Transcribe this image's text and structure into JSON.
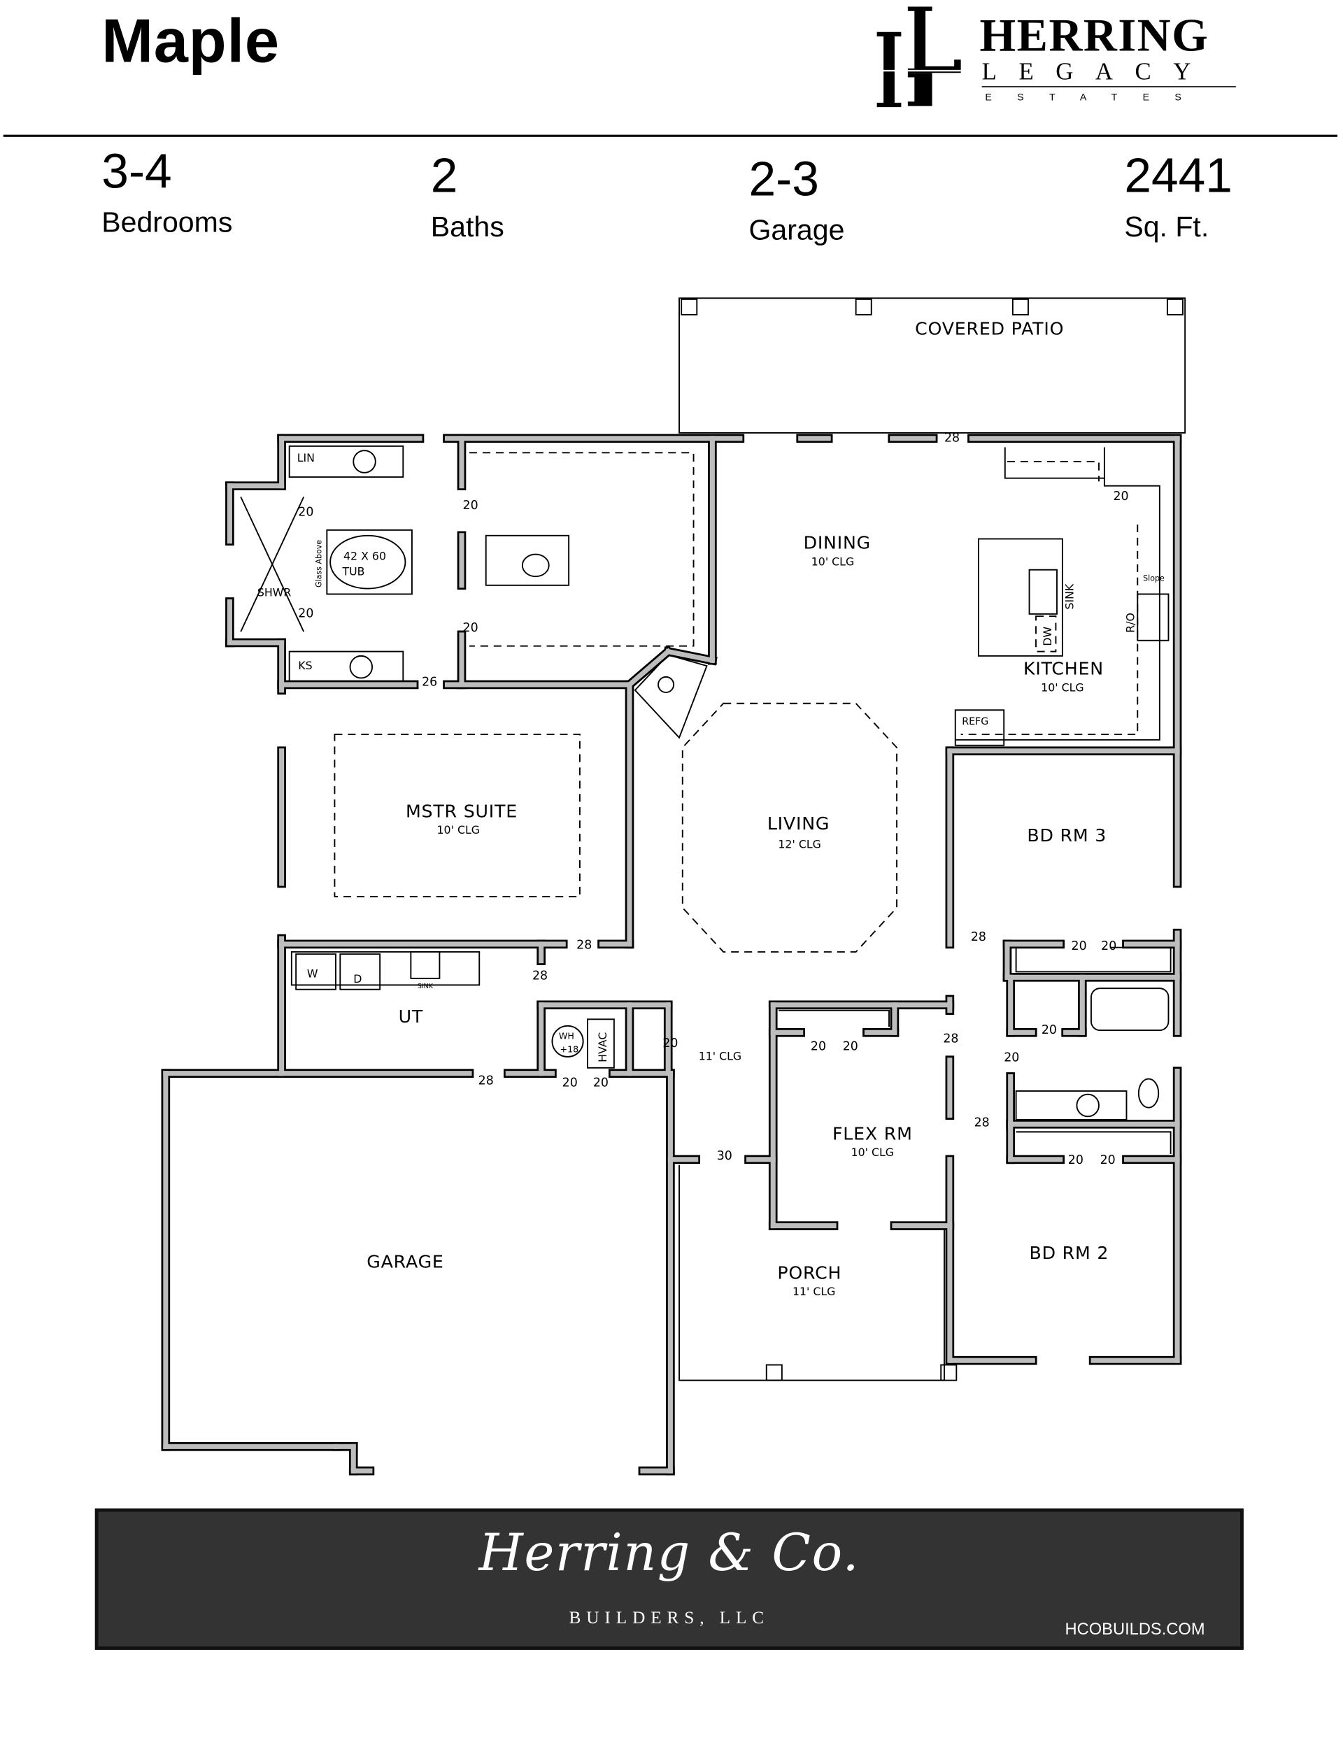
{
  "title": "Maple",
  "logo": {
    "line1": "HERRING",
    "line2": "LEGACY",
    "line3": "ESTATES"
  },
  "stats": [
    {
      "value": "3-4",
      "label": "Bedrooms"
    },
    {
      "value": "2",
      "label": "Baths"
    },
    {
      "value": "2-3",
      "label": "Garage"
    },
    {
      "value": "2441",
      "label": "Sq. Ft."
    }
  ],
  "plan": {
    "rooms": {
      "covered_patio": "COVERED PATIO",
      "dining": "DINING",
      "dining_clg": "10' CLG",
      "kitchen": "KITCHEN",
      "kitchen_clg": "10' CLG",
      "mstr_suite": "MSTR SUITE",
      "mstr_clg": "10' CLG",
      "living": "LIVING",
      "living_clg": "12' CLG",
      "bd_rm_3": "BD RM 3",
      "ut": "UT",
      "hall_clg": "11' CLG",
      "flex_rm": "FLEX RM",
      "flex_clg": "10' CLG",
      "garage": "GARAGE",
      "porch": "PORCH",
      "porch_clg": "11' CLG",
      "bd_rm_2": "BD RM 2"
    },
    "fixtures": {
      "lin": "LIN",
      "ks": "KS",
      "shwr": "SHWR",
      "tub_size": "42 X 60",
      "tub": "TUB",
      "glass": "Glass Above",
      "sink": "SINK",
      "dw": "DW",
      "ro": "R/O",
      "slope": "Slope",
      "refg": "REFG",
      "washer": "W",
      "dryer": "D",
      "ut_sink": "SINK",
      "wh": "WH",
      "wh_height": "+18",
      "hvac": "HVAC"
    },
    "doors": [
      "20",
      "20",
      "20",
      "20",
      "26",
      "28",
      "20",
      "28",
      "28",
      "28",
      "20",
      "20",
      "20",
      "30",
      "28",
      "20",
      "20",
      "20",
      "20",
      "28",
      "20",
      "20",
      "28",
      "20",
      "20"
    ]
  },
  "footer": {
    "script": "Herring & Co.",
    "sub": "BUILDERS, LLC",
    "url": "HCOBUILDS.COM",
    "bg": "#333333"
  }
}
